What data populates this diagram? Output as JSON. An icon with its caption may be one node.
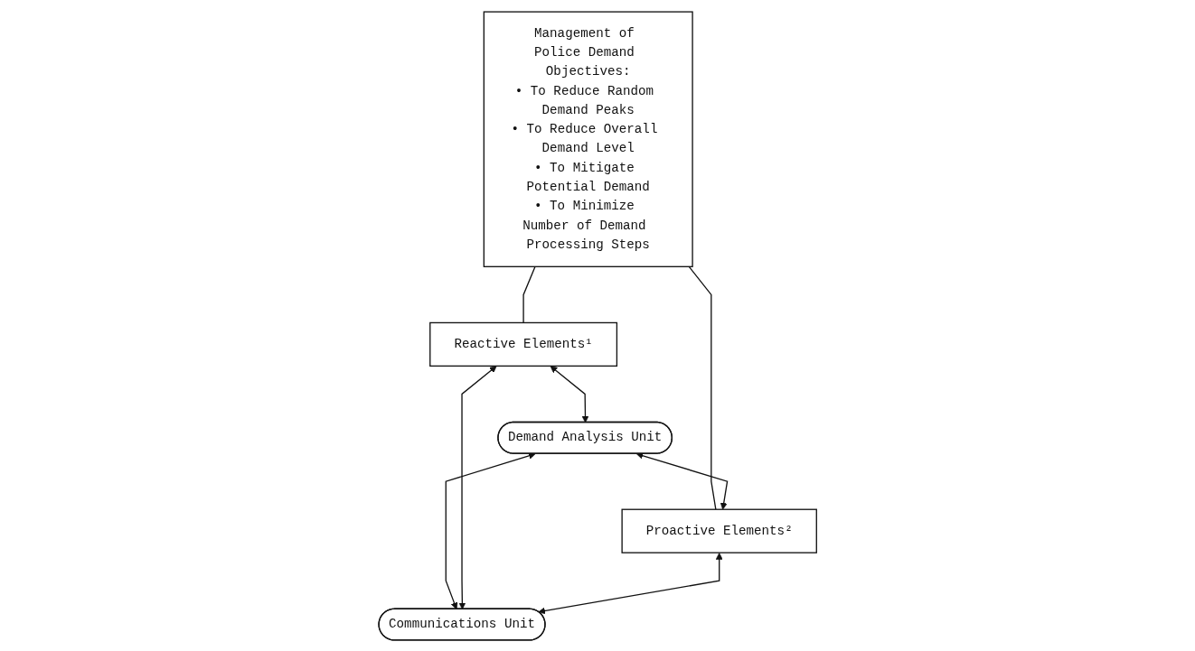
{
  "diagram": {
    "nodes": [
      {
        "text": [
          "Management of Police Demand Objectives:",
          "• To Reduce Random Demand Peaks",
          "• To Reduce Overall Demand Level",
          "• To Mitigate Potential Demand",
          "• To Minimize Number of Demand Processing Steps"
        ]
      },
      {
        "text": [
          "Reactive Elements¹"
        ]
      },
      {
        "text": [
          "Demand Analysis Unit"
        ]
      },
      {
        "text": [
          "Proactive Elements²"
        ]
      },
      {
        "text": [
          "Communications Unit"
        ]
      }
    ],
    "edges": [
      {
        "from": 0,
        "to": 1,
        "arrow": "none"
      },
      {
        "from": 0,
        "to": 3,
        "arrow": "none"
      },
      {
        "from": 1,
        "to": 2,
        "arrow": "both"
      },
      {
        "from": 2,
        "to": 3,
        "arrow": "both"
      },
      {
        "from": 2,
        "to": 4,
        "arrow": "both"
      },
      {
        "from": 1,
        "to": 4,
        "arrow": "both"
      },
      {
        "from": 3,
        "to": 4,
        "arrow": "both"
      }
    ]
  }
}
